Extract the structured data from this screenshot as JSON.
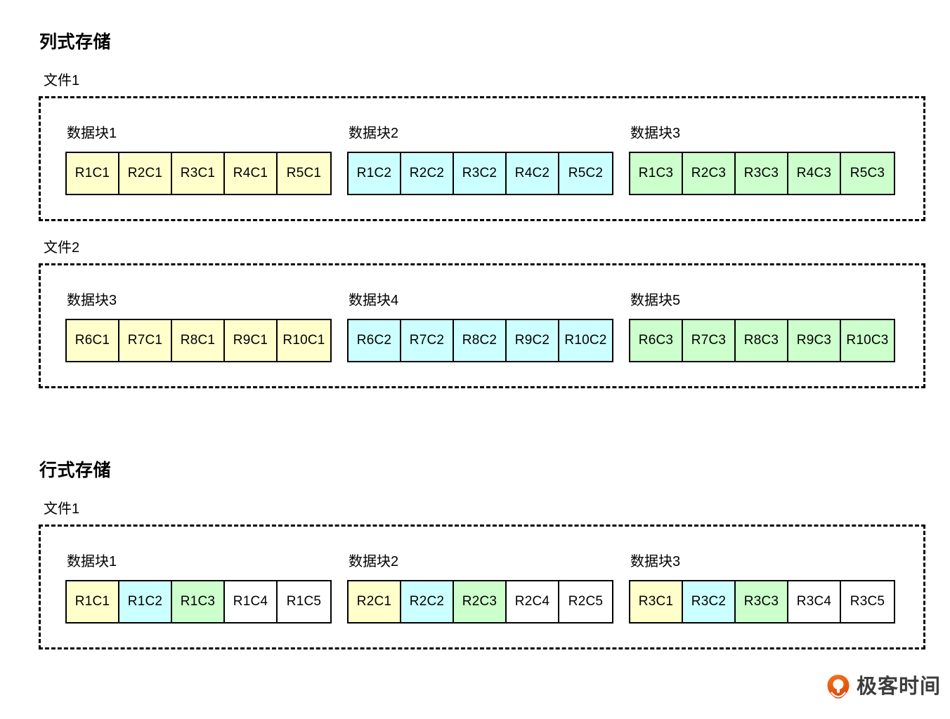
{
  "sections": [
    {
      "title": "列式存储",
      "files": [
        {
          "label": "文件1",
          "blocks": [
            {
              "label": "数据块1",
              "cells": [
                {
                  "text": "R1C1",
                  "color": "yellow"
                },
                {
                  "text": "R2C1",
                  "color": "yellow"
                },
                {
                  "text": "R3C1",
                  "color": "yellow"
                },
                {
                  "text": "R4C1",
                  "color": "yellow"
                },
                {
                  "text": "R5C1",
                  "color": "yellow"
                }
              ]
            },
            {
              "label": "数据块2",
              "cells": [
                {
                  "text": "R1C2",
                  "color": "cyan"
                },
                {
                  "text": "R2C2",
                  "color": "cyan"
                },
                {
                  "text": "R3C2",
                  "color": "cyan"
                },
                {
                  "text": "R4C2",
                  "color": "cyan"
                },
                {
                  "text": "R5C2",
                  "color": "cyan"
                }
              ]
            },
            {
              "label": "数据块3",
              "cells": [
                {
                  "text": "R1C3",
                  "color": "green"
                },
                {
                  "text": "R2C3",
                  "color": "green"
                },
                {
                  "text": "R3C3",
                  "color": "green"
                },
                {
                  "text": "R4C3",
                  "color": "green"
                },
                {
                  "text": "R5C3",
                  "color": "green"
                }
              ]
            }
          ]
        },
        {
          "label": "文件2",
          "blocks": [
            {
              "label": "数据块3",
              "cells": [
                {
                  "text": "R6C1",
                  "color": "yellow"
                },
                {
                  "text": "R7C1",
                  "color": "yellow"
                },
                {
                  "text": "R8C1",
                  "color": "yellow"
                },
                {
                  "text": "R9C1",
                  "color": "yellow"
                },
                {
                  "text": "R10C1",
                  "color": "yellow"
                }
              ]
            },
            {
              "label": "数据块4",
              "cells": [
                {
                  "text": "R6C2",
                  "color": "cyan"
                },
                {
                  "text": "R7C2",
                  "color": "cyan"
                },
                {
                  "text": "R8C2",
                  "color": "cyan"
                },
                {
                  "text": "R9C2",
                  "color": "cyan"
                },
                {
                  "text": "R10C2",
                  "color": "cyan"
                }
              ]
            },
            {
              "label": "数据块5",
              "cells": [
                {
                  "text": "R6C3",
                  "color": "green"
                },
                {
                  "text": "R7C3",
                  "color": "green"
                },
                {
                  "text": "R8C3",
                  "color": "green"
                },
                {
                  "text": "R9C3",
                  "color": "green"
                },
                {
                  "text": "R10C3",
                  "color": "green"
                }
              ]
            }
          ]
        }
      ]
    },
    {
      "title": "行式存储",
      "files": [
        {
          "label": "文件1",
          "blocks": [
            {
              "label": "数据块1",
              "cells": [
                {
                  "text": "R1C1",
                  "color": "yellow"
                },
                {
                  "text": "R1C2",
                  "color": "cyan"
                },
                {
                  "text": "R1C3",
                  "color": "green"
                },
                {
                  "text": "R1C4",
                  "color": "white"
                },
                {
                  "text": "R1C5",
                  "color": "white"
                }
              ]
            },
            {
              "label": "数据块2",
              "cells": [
                {
                  "text": "R2C1",
                  "color": "yellow"
                },
                {
                  "text": "R2C2",
                  "color": "cyan"
                },
                {
                  "text": "R2C3",
                  "color": "green"
                },
                {
                  "text": "R2C4",
                  "color": "white"
                },
                {
                  "text": "R2C5",
                  "color": "white"
                }
              ]
            },
            {
              "label": "数据块3",
              "cells": [
                {
                  "text": "R3C1",
                  "color": "yellow"
                },
                {
                  "text": "R3C2",
                  "color": "cyan"
                },
                {
                  "text": "R3C3",
                  "color": "green"
                },
                {
                  "text": "R3C4",
                  "color": "white"
                },
                {
                  "text": "R3C5",
                  "color": "white"
                }
              ]
            }
          ]
        }
      ]
    }
  ],
  "logo": {
    "text": "极客时间",
    "icon": "geektime-logo-icon",
    "brand_color": "#e8590c"
  },
  "palette": {
    "yellow": "#ffffcc",
    "cyan": "#ccffff",
    "green": "#ccffcc",
    "white": "#ffffff",
    "border": "#000000"
  }
}
